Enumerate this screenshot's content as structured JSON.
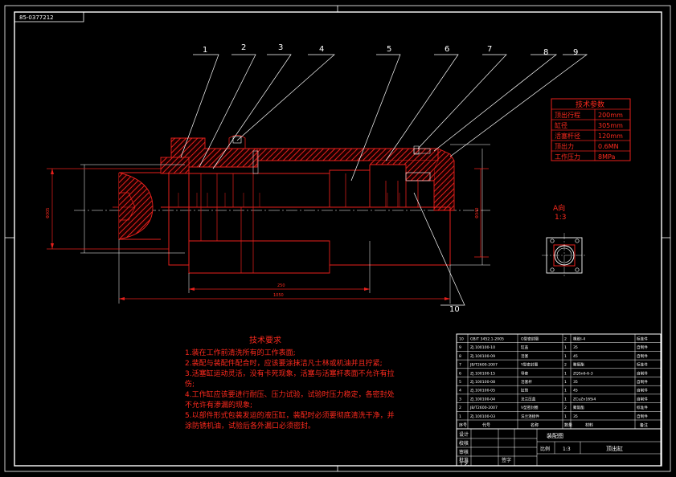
{
  "title_tag": "85-0377212",
  "balloons": [
    "1",
    "2",
    "3",
    "4",
    "5",
    "6",
    "7",
    "8",
    "9",
    "10"
  ],
  "view_label": {
    "name": "A向",
    "scale": "1:3"
  },
  "tech_params": {
    "title": "技术参数",
    "rows": [
      {
        "label": "顶出行程",
        "value": "200mm"
      },
      {
        "label": "缸径",
        "value": "305mm"
      },
      {
        "label": "活塞杆径",
        "value": "120mm"
      },
      {
        "label": "顶出力",
        "value": "0.6MN"
      },
      {
        "label": "工作压力",
        "value": "8MPa"
      }
    ]
  },
  "requirements": {
    "title": "技术要求",
    "lines": [
      "1.装在工作前清洗所有的工作表面;",
      "2.装配与装配件配合时，应该要涂抹洁凡士林或机油并且拧紧;",
      "3.活塞缸运动灵活，没有卡死现象，活塞与活塞杆表面不允许有拉",
      "伤;",
      "4.工作缸应该要进行耐压、压力试验，试验时压力稳定，各密封处",
      "不允许有渗漏的现象;",
      "5.以部件形式包装发运的液压缸，装配时必须要彻底清洗干净，并",
      "涂防锈机油，试验后各外漏口必须密封。"
    ]
  },
  "dimensions": {
    "bore": "Φ305",
    "stroke_sub": "250",
    "overall_length": "1050",
    "right_dia": "Φ340"
  },
  "bom": {
    "rows": [
      {
        "no": "10",
        "code": "GB/T 3452.1-2005",
        "name": "O型密封圈",
        "qty": "2",
        "material": "橡胶I-4",
        "note": "标准件"
      },
      {
        "no": "9",
        "code": "ZJ.100100-10",
        "name": "缸盖",
        "qty": "1",
        "material": "35",
        "note": "自制件"
      },
      {
        "no": "8",
        "code": "ZJ.100100-09",
        "name": "活塞",
        "qty": "1",
        "material": "45",
        "note": "自制件"
      },
      {
        "no": "7",
        "code": "JB/T2600-2007",
        "name": "Y型密封圈",
        "qty": "2",
        "material": "聚氨酯",
        "note": "标准件"
      },
      {
        "no": "6",
        "code": "ZJ.100100-15",
        "name": "导套",
        "qty": "1",
        "material": "ZQSn6-6-3",
        "note": "自制件"
      },
      {
        "no": "5",
        "code": "ZJ.100100-08",
        "name": "活塞杆",
        "qty": "1",
        "material": "35",
        "note": "自制件"
      },
      {
        "no": "4",
        "code": "ZJ.100100-05",
        "name": "缸筒",
        "qty": "1",
        "material": "45",
        "note": "自制件"
      },
      {
        "no": "3",
        "code": "ZJ.100100-04",
        "name": "法兰压盖",
        "qty": "1",
        "material": "ZCuZn16Si4",
        "note": "自制件"
      },
      {
        "no": "2",
        "code": "JB/T2600-2007",
        "name": "V型密封圈",
        "qty": "2",
        "material": "聚氨酯",
        "note": "标准件"
      },
      {
        "no": "1",
        "code": "ZJ.100100-03",
        "name": "法兰连接件",
        "qty": "1",
        "material": "35",
        "note": "自制件"
      }
    ],
    "header": [
      "序号",
      "代号",
      "名称",
      "数量",
      "材料",
      "备注"
    ]
  },
  "title_block": {
    "left_labels": [
      "设计",
      "校核",
      "审核",
      "批准",
      "工艺"
    ],
    "sign_label": "签字",
    "drawing_name": "装配图",
    "scale_label": "比例",
    "scale_value": "1:3",
    "product": "顶出缸"
  }
}
